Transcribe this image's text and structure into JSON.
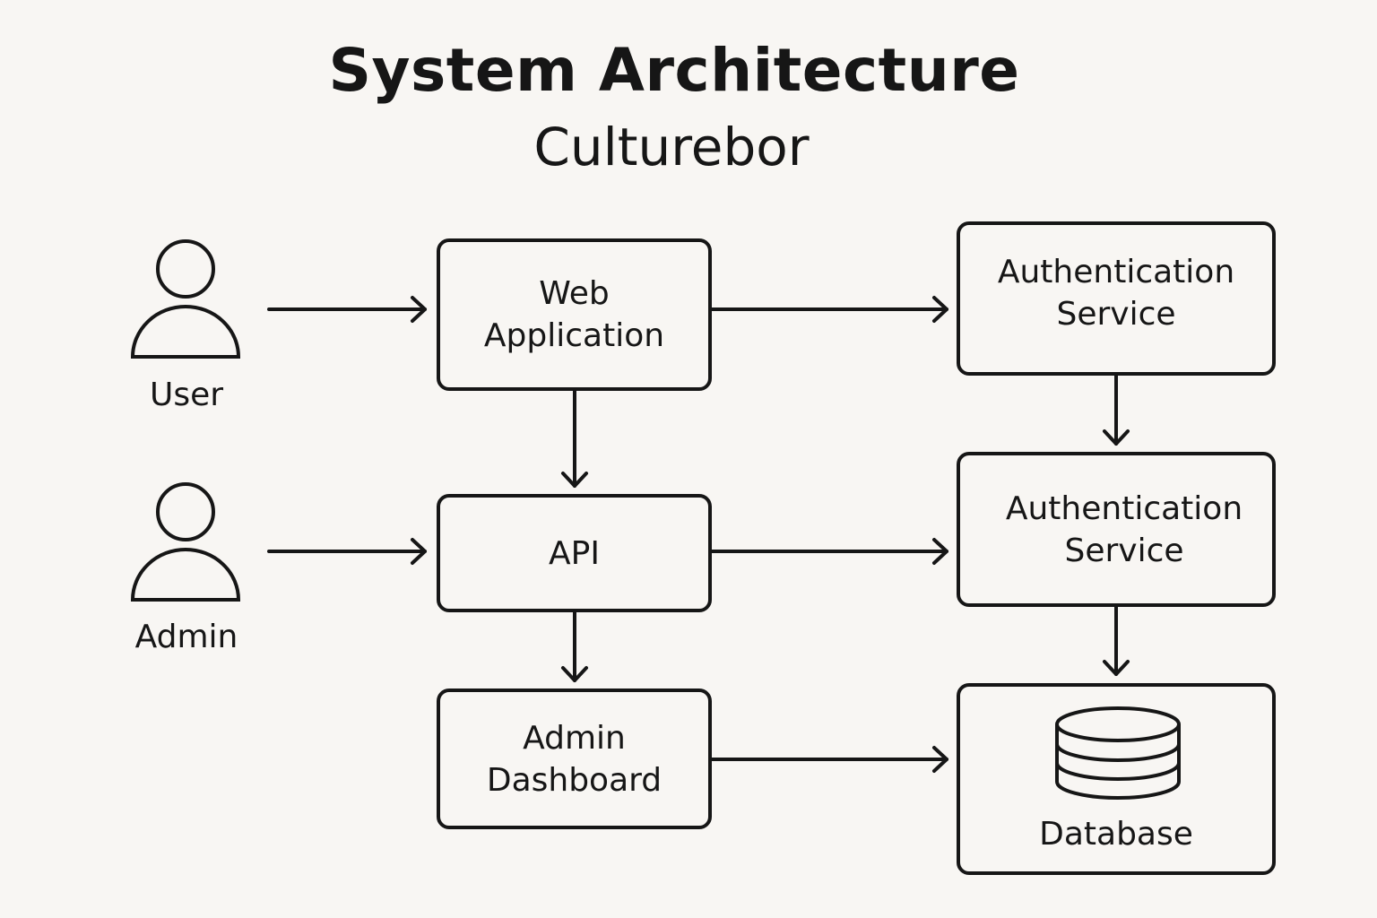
{
  "title": "System Architecture",
  "subtitle": "Culturebor",
  "actors": {
    "user": {
      "label": "User",
      "icon": "user-icon"
    },
    "admin": {
      "label": "Admin",
      "icon": "user-icon"
    }
  },
  "nodes": {
    "web_app": {
      "line1": "Web",
      "line2": "Application"
    },
    "api": {
      "line1": "API"
    },
    "admin_dashboard": {
      "line1": "Admin",
      "line2": "Dashboard"
    },
    "auth_service_1": {
      "line1": "Authentication",
      "line2": "Service"
    },
    "auth_service_2": {
      "line1": "Authentication",
      "line2": "Service"
    },
    "database": {
      "label": "Database",
      "icon": "database-icon"
    }
  },
  "edges": [
    {
      "from": "User",
      "to": "Web Application"
    },
    {
      "from": "Admin",
      "to": "API"
    },
    {
      "from": "Web Application",
      "to": "Authentication Service (top)"
    },
    {
      "from": "Web Application",
      "to": "API"
    },
    {
      "from": "API",
      "to": "Authentication Service (middle)"
    },
    {
      "from": "API",
      "to": "Admin Dashboard"
    },
    {
      "from": "Authentication Service (top)",
      "to": "Authentication Service (middle)"
    },
    {
      "from": "Authentication Service (middle)",
      "to": "Database"
    },
    {
      "from": "Admin Dashboard",
      "to": "Database"
    }
  ],
  "colors": {
    "background": "#f8f6f3",
    "stroke": "#161616"
  }
}
